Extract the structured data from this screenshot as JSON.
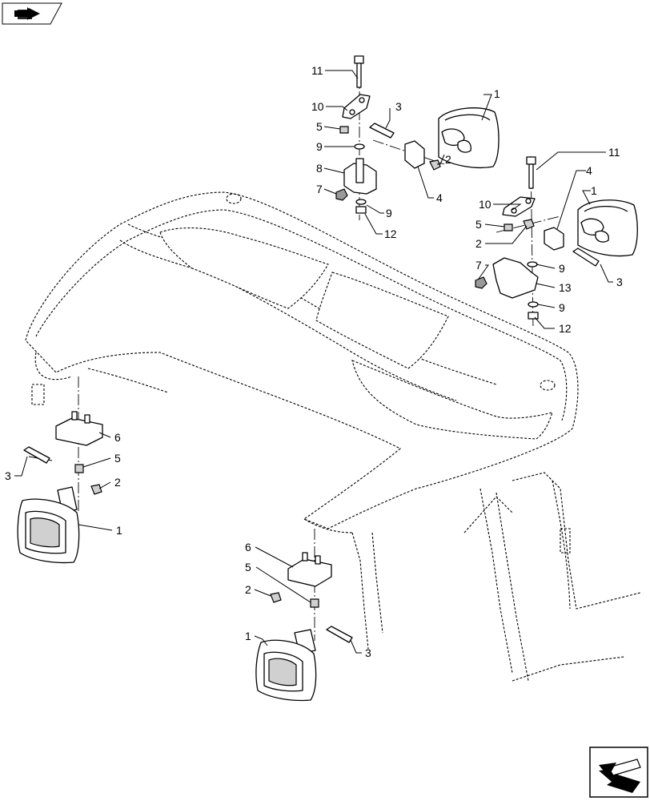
{
  "callouts": {
    "c1a": "1",
    "c1b": "1",
    "c1c": "1",
    "c1d": "1",
    "c2a": "2",
    "c2b": "2",
    "c2c": "2",
    "c2d": "2",
    "c3a": "3",
    "c3b": "3",
    "c3c": "3",
    "c3d": "3",
    "c4a": "4",
    "c4b": "4",
    "c5a": "5",
    "c5b": "5",
    "c5c": "5",
    "c5d": "5",
    "c6a": "6",
    "c6b": "6",
    "c7a": "7",
    "c7b": "7",
    "c8a": "8",
    "c9a": "9",
    "c9b": "9",
    "c9c": "9",
    "c9d": "9",
    "c10a": "10",
    "c10b": "10",
    "c11a": "11",
    "c11b": "11",
    "c12a": "12",
    "c12b": "12",
    "c13a": "13"
  },
  "icons": {
    "top_left": "book-arrow-icon",
    "bottom_right": "next-page-arrow-icon"
  }
}
